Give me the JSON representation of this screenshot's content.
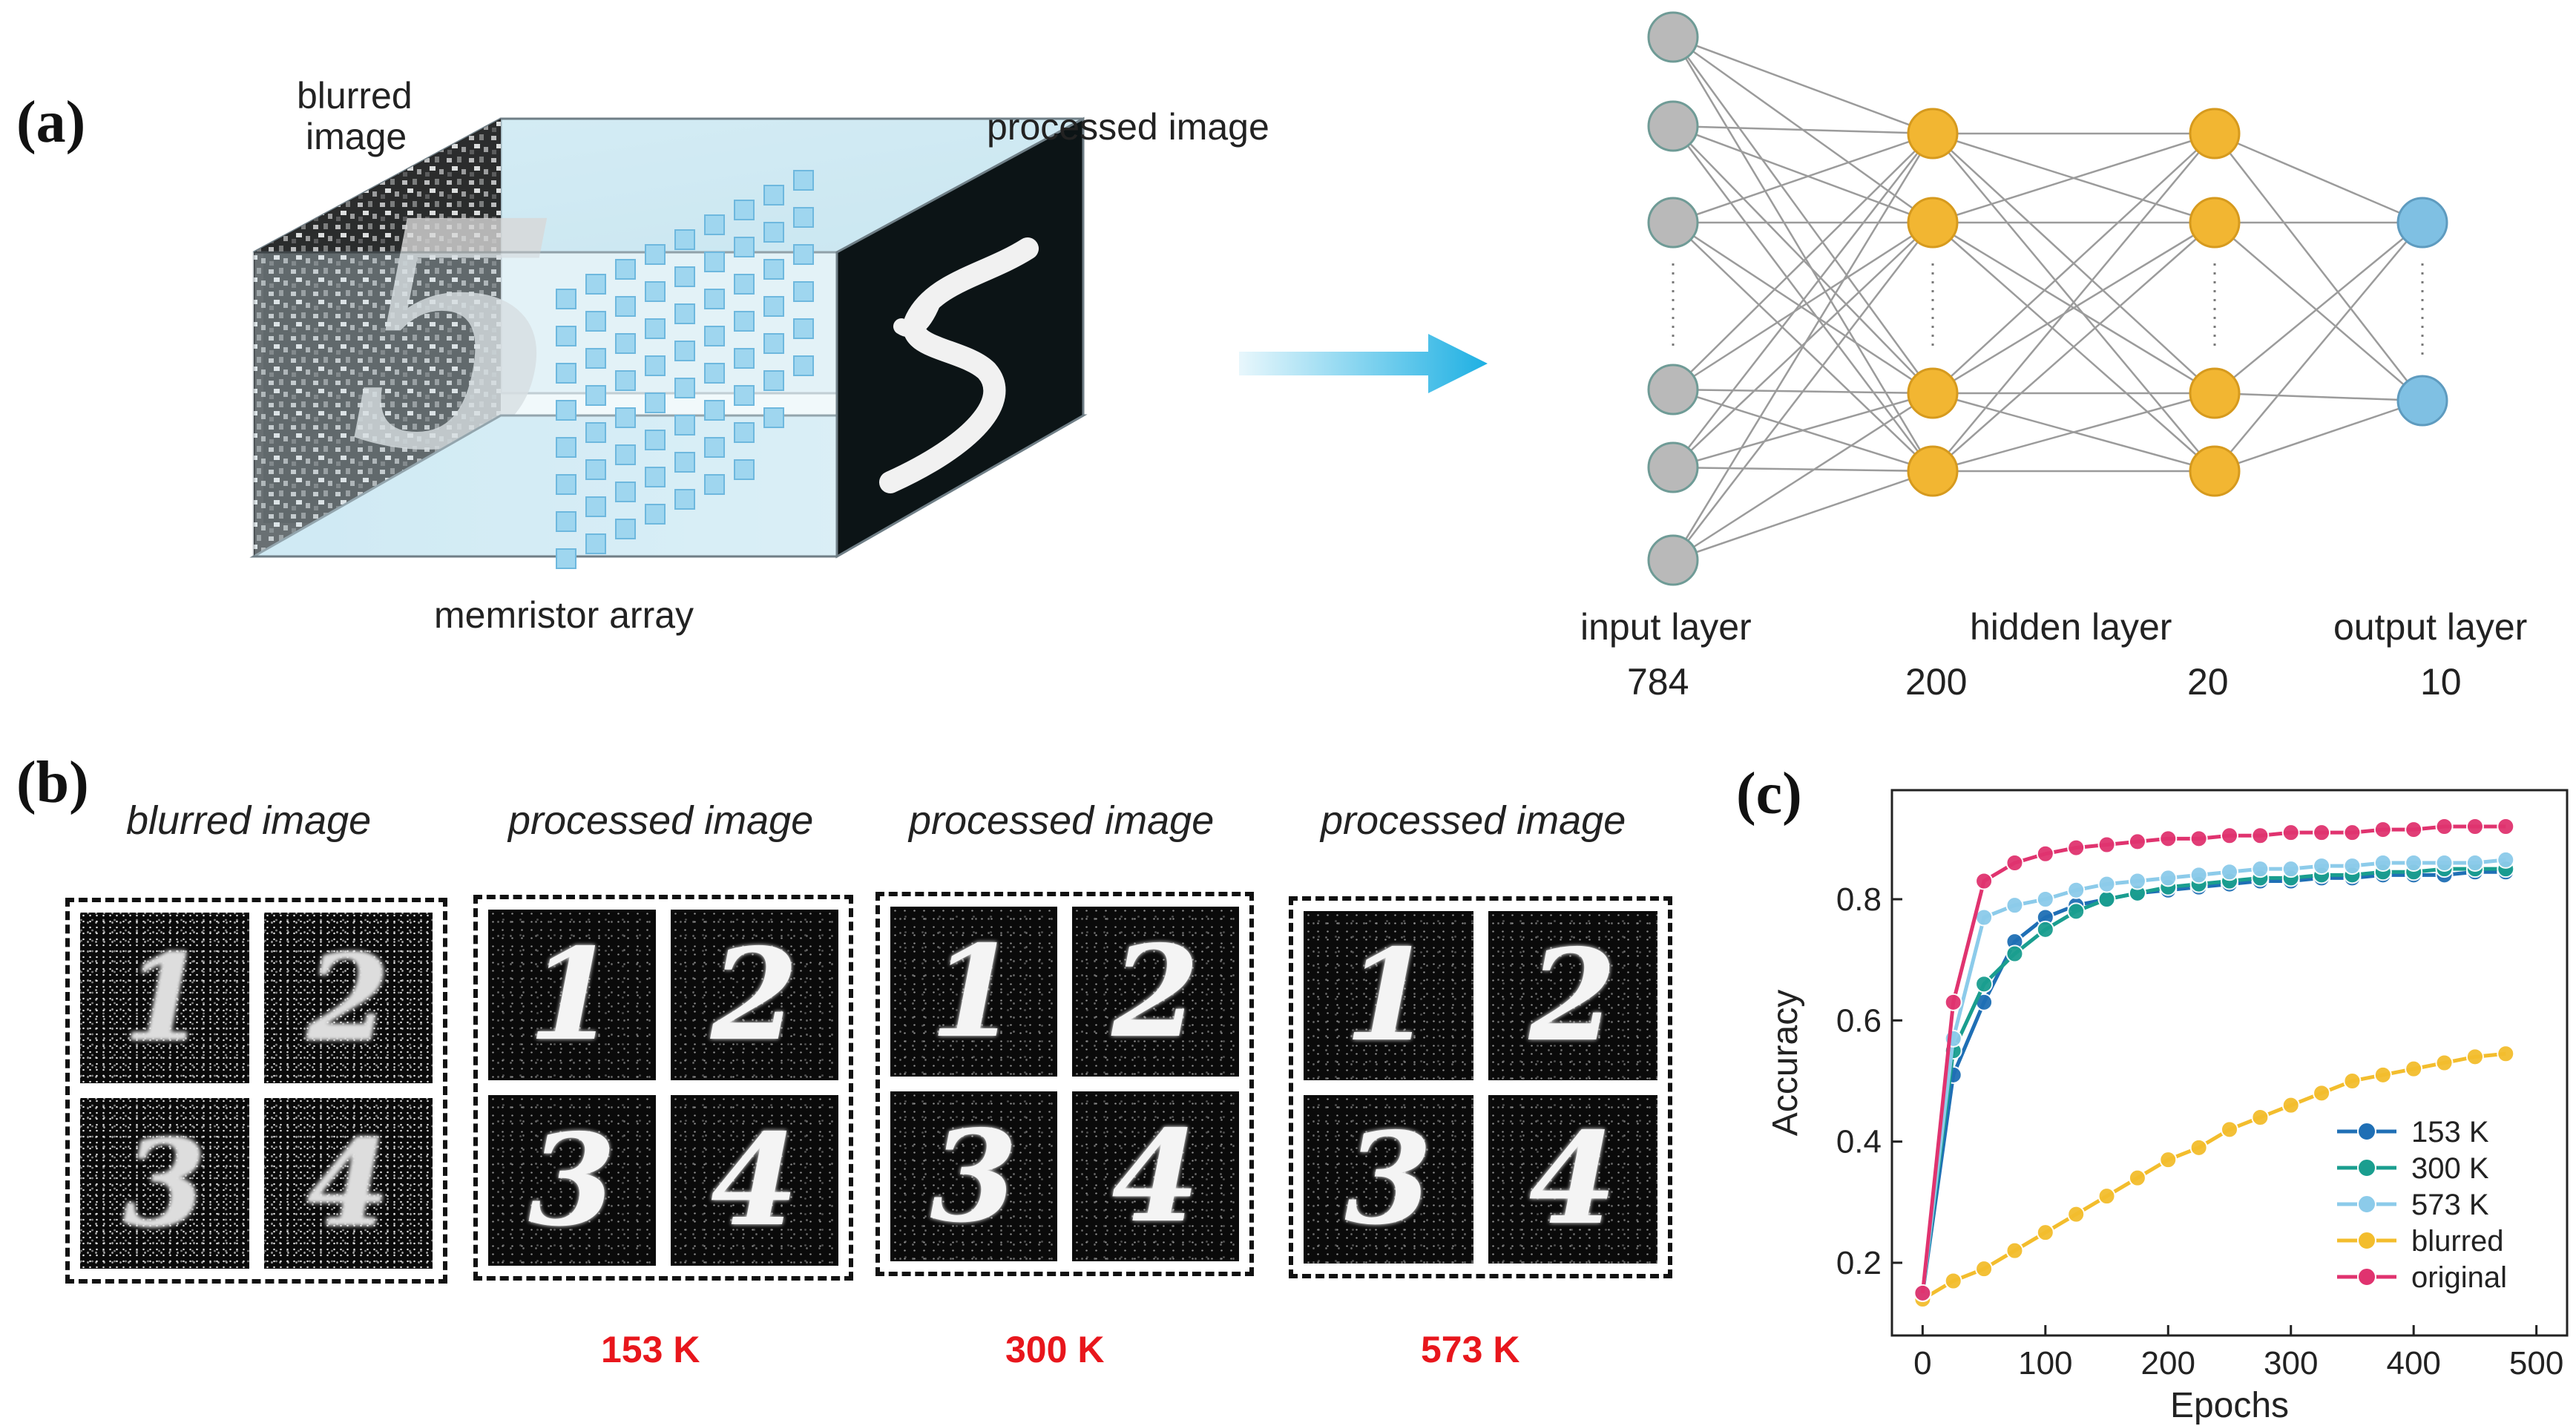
{
  "panel_a": {
    "label": "(a)",
    "blurred_label_line1": "blurred",
    "blurred_label_line2": "image",
    "processed_label": "processed image",
    "array_label": "memristor array",
    "blurred_digit": "5",
    "processed_digit": "5",
    "network": {
      "layers": [
        {
          "name": "input layer",
          "size": "784",
          "color": "#b9b9b9"
        },
        {
          "name": "hidden layer",
          "size": "200",
          "color": "#f2b632"
        },
        {
          "name": "",
          "size": "20",
          "color": "#f2b632"
        },
        {
          "name": "output layer",
          "size": "10",
          "color": "#7fc0e3"
        }
      ]
    }
  },
  "panel_b": {
    "label": "(b)",
    "groups": [
      {
        "title": "blurred image",
        "temp": "",
        "digits": [
          "1",
          "2",
          "3",
          "4"
        ]
      },
      {
        "title": "processed image",
        "temp": "153 K",
        "digits": [
          "1",
          "2",
          "3",
          "4"
        ]
      },
      {
        "title": "processed image",
        "temp": "300 K",
        "digits": [
          "1",
          "2",
          "3",
          "4"
        ]
      },
      {
        "title": "processed image",
        "temp": "573 K",
        "digits": [
          "1",
          "2",
          "3",
          "4"
        ]
      }
    ],
    "temp_color": "#e8161c"
  },
  "panel_c": {
    "label": "(c)"
  },
  "chart_data": {
    "type": "line",
    "title": "",
    "xlabel": "Epochs",
    "ylabel": "Accuracy",
    "xlim": [
      -25,
      525
    ],
    "ylim": [
      0.08,
      0.98
    ],
    "xticks": [
      0,
      100,
      200,
      300,
      400,
      500
    ],
    "yticks": [
      0.2,
      0.4,
      0.6,
      0.8
    ],
    "legend_position": "lower-right",
    "x": [
      0,
      25,
      50,
      75,
      100,
      125,
      150,
      175,
      200,
      225,
      250,
      275,
      300,
      325,
      350,
      375,
      400,
      425,
      450,
      475
    ],
    "series": [
      {
        "name": "153 K",
        "color": "#1f6fb5",
        "values": [
          0.15,
          0.51,
          0.63,
          0.73,
          0.77,
          0.79,
          0.8,
          0.81,
          0.815,
          0.82,
          0.825,
          0.83,
          0.83,
          0.835,
          0.835,
          0.84,
          0.84,
          0.84,
          0.845,
          0.845
        ]
      },
      {
        "name": "300 K",
        "color": "#1a9e8f",
        "values": [
          0.15,
          0.55,
          0.66,
          0.71,
          0.75,
          0.78,
          0.8,
          0.81,
          0.82,
          0.825,
          0.83,
          0.835,
          0.835,
          0.84,
          0.84,
          0.845,
          0.845,
          0.85,
          0.85,
          0.85
        ]
      },
      {
        "name": "573 K",
        "color": "#8ccbea",
        "values": [
          0.15,
          0.57,
          0.77,
          0.79,
          0.8,
          0.815,
          0.825,
          0.83,
          0.835,
          0.84,
          0.845,
          0.85,
          0.85,
          0.855,
          0.855,
          0.86,
          0.86,
          0.86,
          0.86,
          0.865
        ]
      },
      {
        "name": "blurred",
        "color": "#f3bd2d",
        "values": [
          0.14,
          0.17,
          0.19,
          0.22,
          0.25,
          0.28,
          0.31,
          0.34,
          0.37,
          0.39,
          0.42,
          0.44,
          0.46,
          0.48,
          0.5,
          0.51,
          0.52,
          0.53,
          0.54,
          0.545
        ]
      },
      {
        "name": "original",
        "color": "#e0336f",
        "values": [
          0.15,
          0.63,
          0.83,
          0.86,
          0.875,
          0.885,
          0.89,
          0.895,
          0.9,
          0.9,
          0.905,
          0.905,
          0.91,
          0.91,
          0.91,
          0.915,
          0.915,
          0.92,
          0.92,
          0.92
        ]
      }
    ]
  }
}
